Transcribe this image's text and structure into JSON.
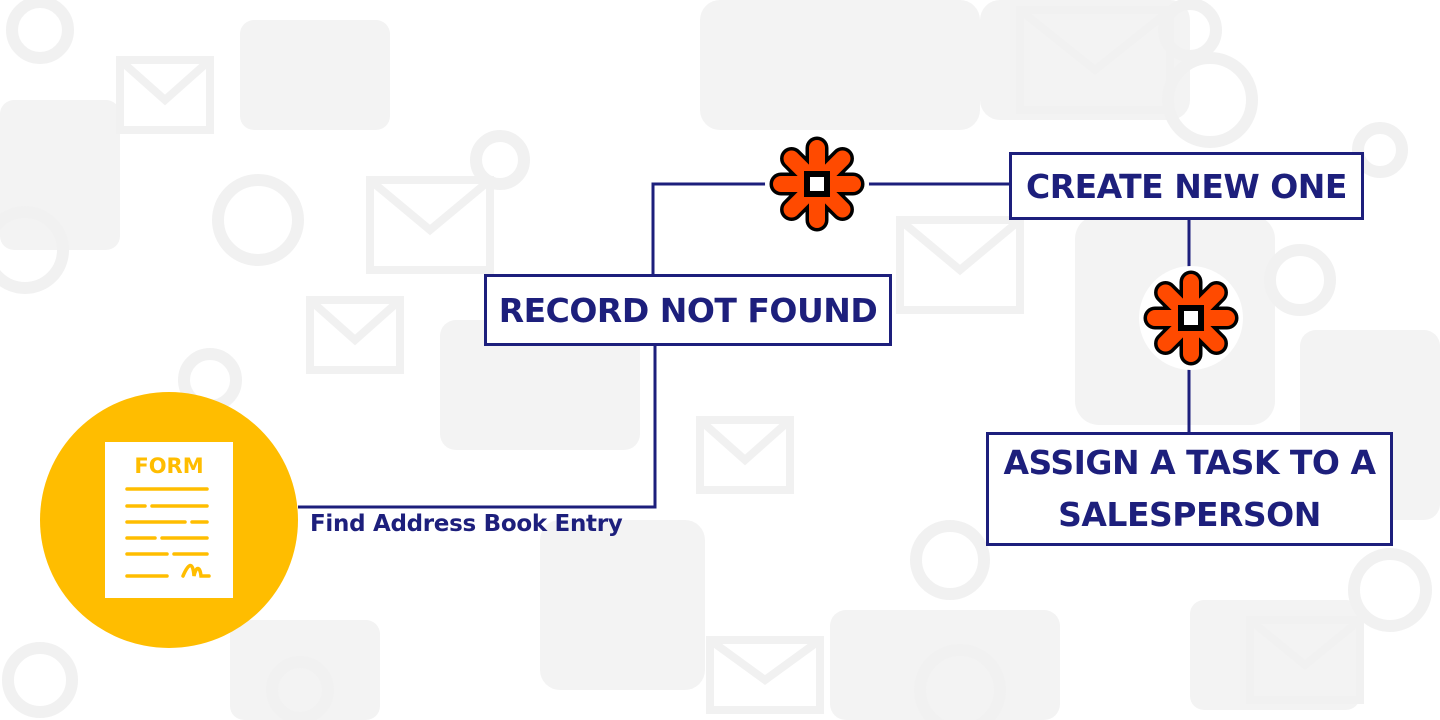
{
  "form_node": {
    "label": "FORM",
    "icon": "form-document-icon",
    "color": "#ffbd00"
  },
  "edge_label": "Find Address Book Entry",
  "nodes": {
    "record_not_found": "RECORD NOT FOUND",
    "create_new_one": "CREATE NEW ONE",
    "assign_task": "ASSIGN A TASK TO A SALESPERSON"
  },
  "connector_icon": "zapier-asterisk-icon",
  "colors": {
    "line": "#1d1f7c",
    "text": "#1d1f7c",
    "asterisk": "#ff4a00",
    "form": "#ffbd00"
  },
  "background_icons": [
    "email-at-icon",
    "envelope-icon"
  ]
}
